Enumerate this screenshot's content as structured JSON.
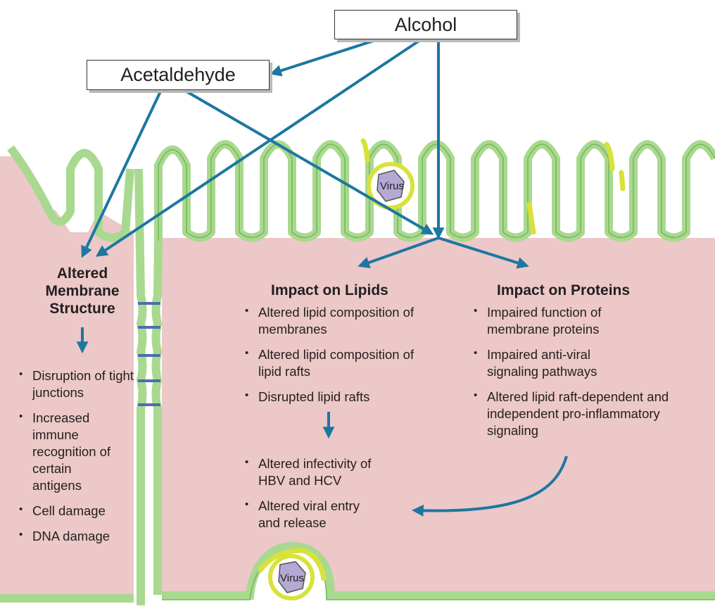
{
  "boxes": {
    "alcohol": "Alcohol",
    "acetaldehyde": "Acetaldehyde"
  },
  "virus_label": "Virus",
  "columns": {
    "membrane": {
      "heading": [
        "Altered",
        "Membrane",
        "Structure"
      ],
      "items": [
        "Disruption of tight junctions",
        "Increased immune recognition of certain antigens",
        "Cell damage",
        "DNA damage"
      ]
    },
    "lipids": {
      "heading": "Impact on Lipids",
      "items": [
        "Altered lipid composition of membranes",
        "Altered lipid composition of lipid rafts",
        "Disrupted lipid rafts"
      ],
      "items_after": [
        "Altered infectivity of HBV and HCV",
        "Altered viral entry and release"
      ]
    },
    "proteins": {
      "heading": "Impact on Proteins",
      "items": [
        "Impaired function of membrane proteins",
        "Impaired anti-viral signaling pathways",
        "Altered lipid raft-dependent and independent pro-inflammatory signaling"
      ]
    }
  },
  "colors": {
    "arrow": "#1d77a0",
    "cytoplasm": "#ecc8c8",
    "membrane": "#a9d98f",
    "membrane_stroke": "#73b85a",
    "raft": "#d8e23a",
    "virus_fill": "#b4a9d3",
    "junction": "#4c6fa8"
  }
}
